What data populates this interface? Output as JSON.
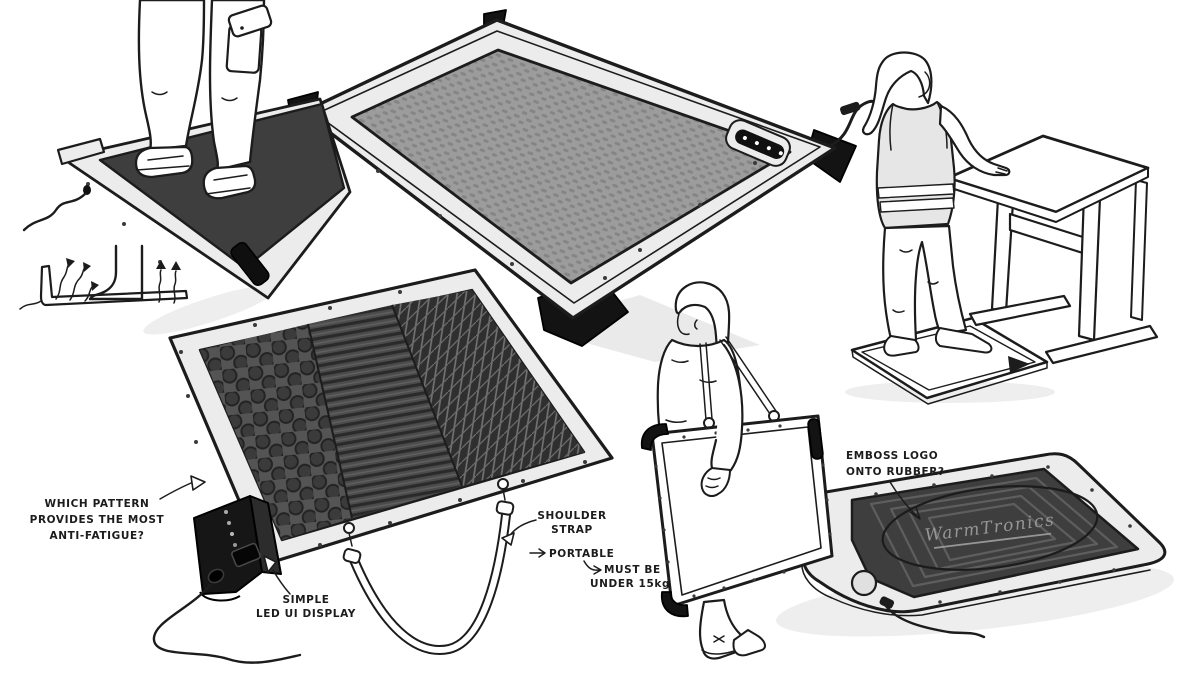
{
  "brand": {
    "logo_text": "WarmTronics"
  },
  "sketch_annotations": {
    "pattern_question": {
      "lines": [
        "WHICH PATTERN",
        "PROVIDES THE MOST",
        "ANTI-FATIGUE?"
      ]
    },
    "led_display": {
      "lines": [
        "SIMPLE",
        "LED UI DISPLAY"
      ]
    },
    "shoulder_strap": {
      "lines": [
        "SHOULDER",
        "STRAP"
      ]
    },
    "portable": {
      "label": "PORTABLE"
    },
    "weight_limit": {
      "lines": [
        "MUST BE",
        "UNDER 15kg"
      ]
    },
    "emboss_logo": {
      "lines": [
        "EMBOSS LOGO",
        "ONTO RUBBER?"
      ]
    }
  },
  "device": {
    "led_dot_count": 4
  },
  "colors": {
    "ink": "#1c1c1c",
    "paper": "#ffffff",
    "frame-light": "#ececec",
    "frame-mid": "#d9d9d9",
    "rubber-dark": "#3e3e3e",
    "rubber-mid": "#4e4e4e",
    "mat-top": "#9c9c9c",
    "shadow": "#dedede",
    "vest-gray": "#e6e6e6",
    "logo-emboss": "#969696"
  }
}
